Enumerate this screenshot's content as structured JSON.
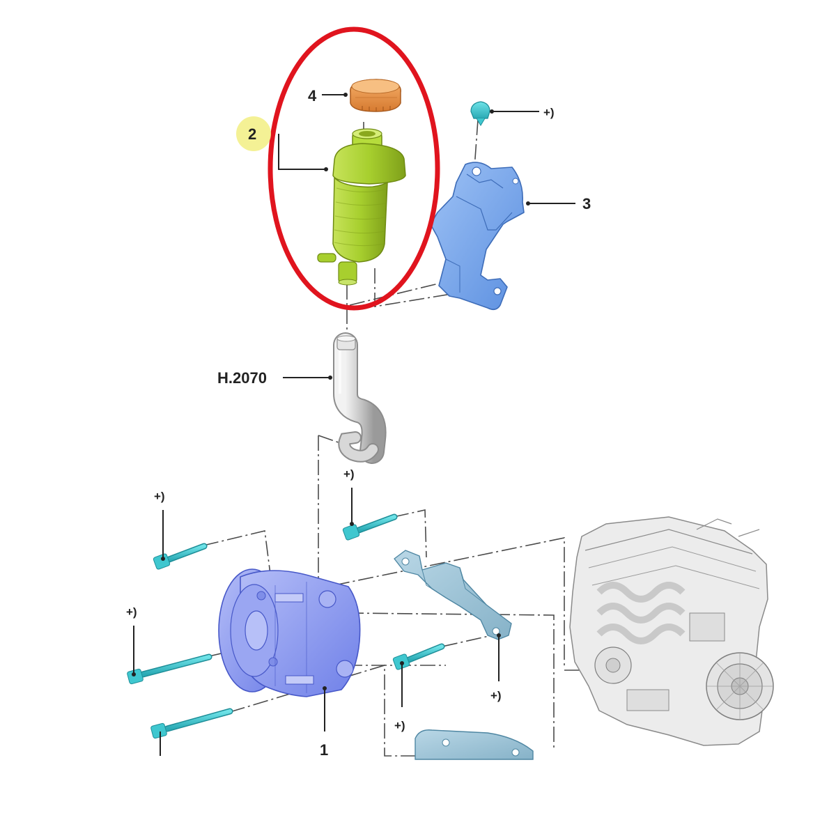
{
  "labels": {
    "part_1": "1",
    "part_2": "2",
    "part_3": "3",
    "part_4": "4",
    "hose_ref": "H.2070",
    "fastener_mark": "+)"
  },
  "colors": {
    "highlight_ring": "#e0141e",
    "reservoir": "#a9d13a",
    "cap": "#e8954a",
    "bracket": "#79a9ec",
    "pump": "#8e9cf0",
    "bolt": "#3fc7cf",
    "engine": "#d4d4d4",
    "hose": "#cfcfcf",
    "callout_marker": "#f3f08a"
  }
}
